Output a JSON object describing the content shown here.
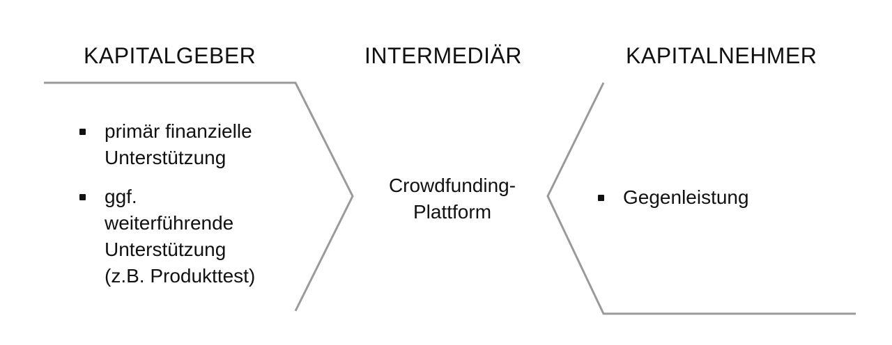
{
  "columns": {
    "left_title": "KAPITALGEBER",
    "middle_title": "INTERMEDIÄR",
    "right_title": "KAPITALNEHMER"
  },
  "left_box": {
    "items": [
      {
        "label": "primär finanzielle\nUnterstützung"
      },
      {
        "label": "ggf.\nweiterführende\nUnterstützung\n(z.B. Produkttest)"
      }
    ]
  },
  "middle": {
    "label": "Crowdfunding-\nPlattform"
  },
  "right_box": {
    "items": [
      {
        "label": "Gegenleistung"
      }
    ]
  },
  "colors": {
    "line": "#9a9a9a",
    "text": "#111111",
    "background": "#ffffff"
  }
}
